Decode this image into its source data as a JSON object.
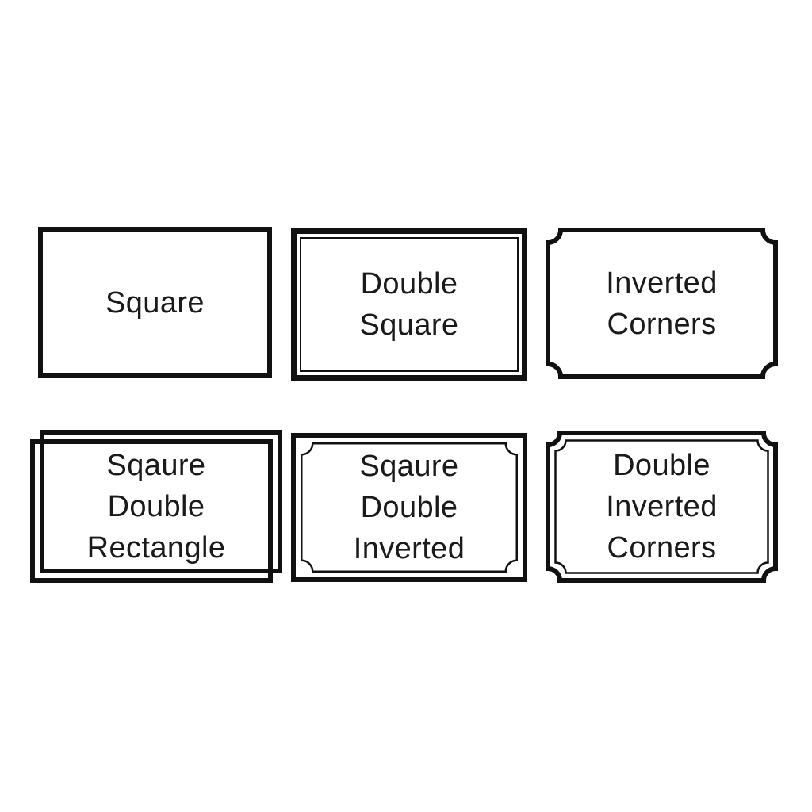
{
  "canvas": {
    "background": "#ffffff",
    "ink": "#111111",
    "text_color": "#1a1a1a"
  },
  "frames": [
    {
      "name": "square",
      "style": "single-rectangle",
      "label": "Square"
    },
    {
      "name": "double-square",
      "style": "double-rectangle-concentric",
      "label": "Double\nSquare"
    },
    {
      "name": "inverted-corners",
      "style": "single-inverted-corners",
      "label": "Inverted\nCorners"
    },
    {
      "name": "square-double-rectangle",
      "style": "two-offset-rectangles",
      "label": "Sqaure\nDouble\nRectangle"
    },
    {
      "name": "square-double-inverted",
      "style": "rectangle-with-inner-inverted",
      "label": "Sqaure\nDouble\nInverted"
    },
    {
      "name": "double-inverted-corners",
      "style": "double-inverted-corners",
      "label": "Double\nInverted\nCorners"
    }
  ]
}
